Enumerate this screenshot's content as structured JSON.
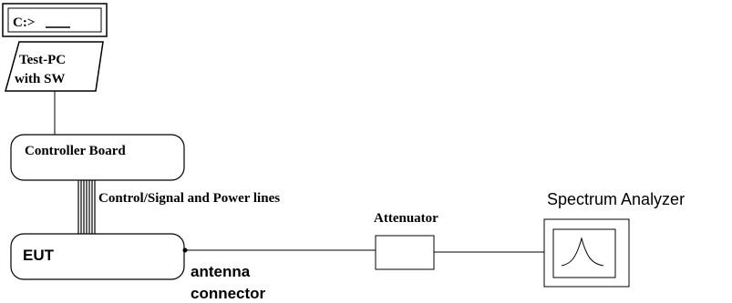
{
  "pc": {
    "prompt": "C:>",
    "label_line1": "Test-PC",
    "label_line2": "with SW"
  },
  "controller": {
    "label": "Controller Board"
  },
  "bus": {
    "label": "Control/Signal and Power lines"
  },
  "eut": {
    "label": "EUT",
    "antenna_line1": "antenna",
    "antenna_line2": "connector"
  },
  "attenuator": {
    "label": "Attenuator"
  },
  "analyzer": {
    "label": "Spectrum Analyzer"
  },
  "colors": {
    "stroke": "#000000",
    "background": "#ffffff"
  }
}
